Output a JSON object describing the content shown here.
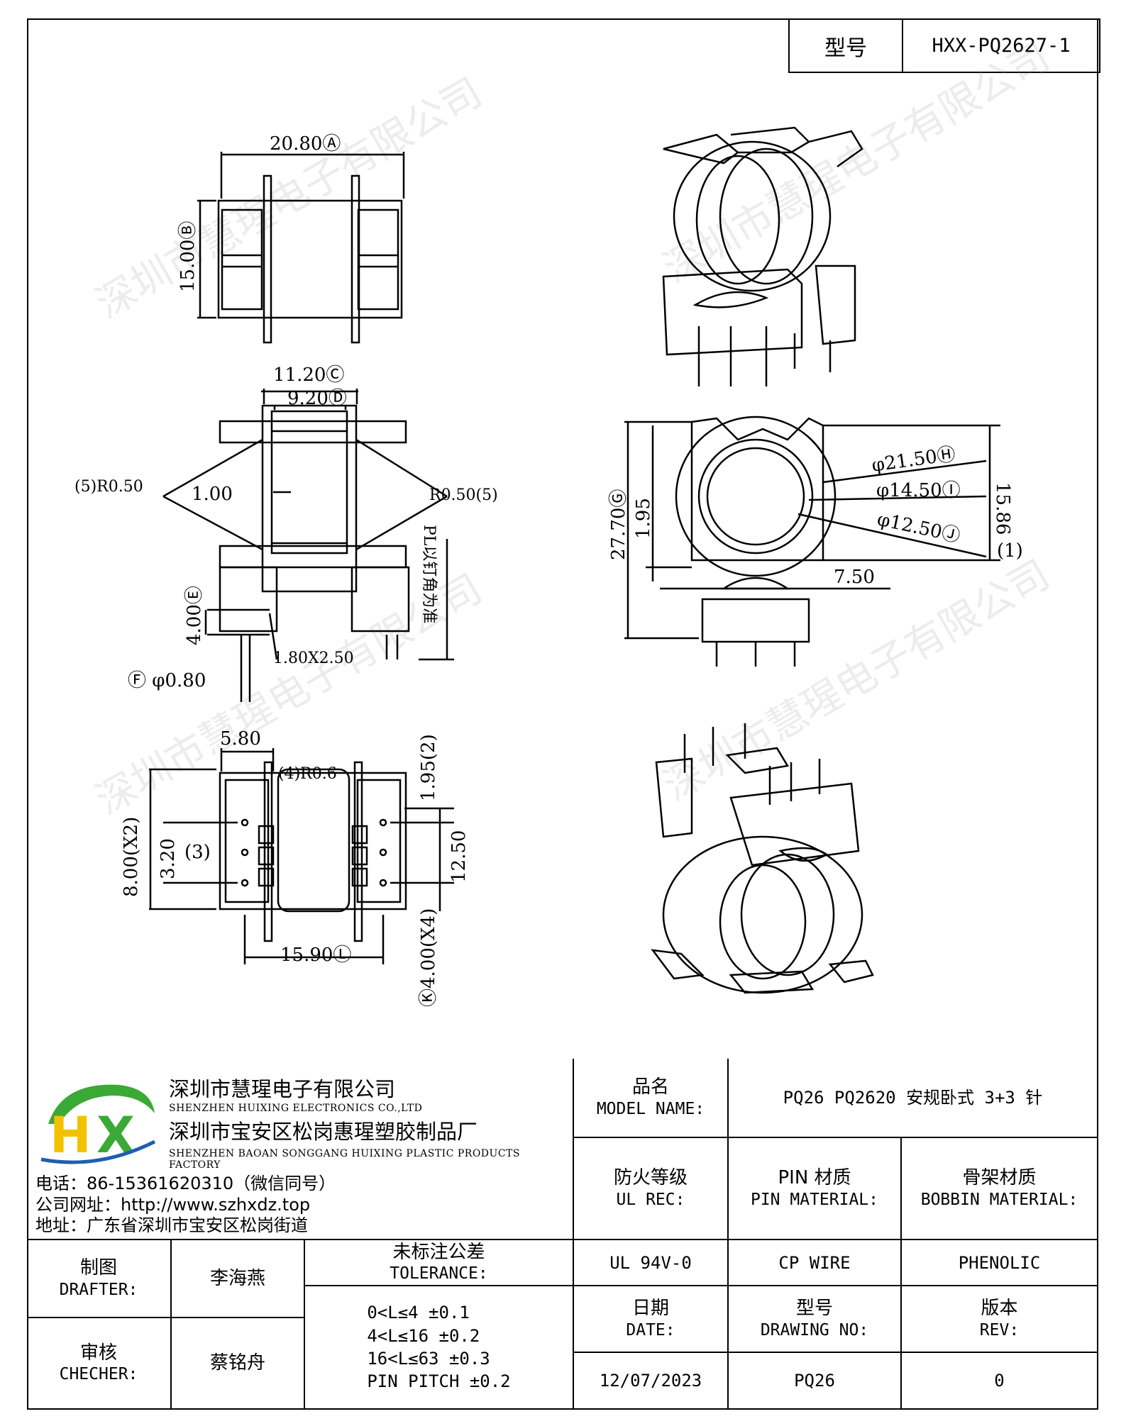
{
  "header": {
    "model_label": "型号",
    "model_value": "HXX-PQ2627-1"
  },
  "watermark": "深圳市慧瑆电子有限公司",
  "dimensions": {
    "top_width": "20.80Ⓐ",
    "top_height": "15.00Ⓑ",
    "front_width_c": "11.20Ⓒ",
    "front_width_d": "9.20Ⓓ",
    "radius_left": "(5)R0.50",
    "radius_right": "R0.50(5)",
    "wall": "1.00",
    "pin_note": "PL以钉角为准",
    "height_e": "4.00Ⓔ",
    "pin_section": "1.80X2.50",
    "pin_dia": "Ⓕ φ0.80",
    "bottom_58": "5.80",
    "bottom_r06": "(4)R0.6",
    "bottom_195": "1.95(2)",
    "bottom_800": "8.00(X2)",
    "bottom_320": "3.20",
    "bottom_3": "(3)",
    "bottom_1250": "12.50",
    "bottom_1590": "15.90Ⓛ",
    "bottom_400": "Ⓚ4.00(X4)",
    "side_2770": "27.70Ⓖ",
    "side_195": "1.95",
    "dia_2150": "φ21.50Ⓗ",
    "dia_1450": "φ14.50Ⓘ",
    "dia_1250": "φ12.50Ⓙ",
    "side_1586": "15.86",
    "side_1": "(1)",
    "side_750": "7.50"
  },
  "company": {
    "name_cn": "深圳市慧瑆电子有限公司",
    "name_en": "SHENZHEN HUIXING ELECTRONICS CO.,LTD",
    "factory_cn": "深圳市宝安区松岗惠瑆塑胶制品厂",
    "factory_en": "SHENZHEN BAOAN SONGGANG HUIXING PLASTIC PRODUCTS FACTORY",
    "phone": "电话：86-15361620310（微信同号）",
    "website": "公司网址：http://www.szhxdz.top",
    "address": "地址：广东省深圳市宝安区松岗街道",
    "logo_text": "HX"
  },
  "title_block": {
    "model_name_cn": "品名",
    "model_name_en": "MODEL NAME:",
    "model_name_value": "PQ26 PQ2620 安规卧式 3+3 针",
    "ul_cn": "防火等级",
    "ul_en": "UL REC:",
    "pin_cn": "PIN 材质",
    "pin_en": "PIN MATERIAL:",
    "bobbin_cn": "骨架材质",
    "bobbin_en": "BOBBIN MATERIAL:",
    "ul_value": "UL 94V-0",
    "pin_value": "CP WIRE",
    "bobbin_value": "PHENOLIC",
    "drafter_cn": "制图",
    "drafter_en": "DRAFTER:",
    "drafter_name": "李海燕",
    "checker_cn": "审核",
    "checker_en": "CHECHER:",
    "checker_name": "蔡铭舟",
    "tol_cn": "未标注公差",
    "tol_en": "TOLERANCE:",
    "tol_1": "0<L≤4  ±0.1",
    "tol_2": "4<L≤16 ±0.2",
    "tol_3": "16<L≤63 ±0.3",
    "tol_4": "PIN PITCH ±0.2",
    "date_cn": "日期",
    "date_en": "DATE:",
    "date_value": "12/07/2023",
    "dwg_cn": "型号",
    "dwg_en": "DRAWING NO:",
    "dwg_value": "PQ26",
    "rev_cn": "版本",
    "rev_en": "REV:",
    "rev_value": "0"
  },
  "colors": {
    "logo_green": "#3aa935",
    "logo_yellow": "#f2c200",
    "logo_blue": "#1d5fb0"
  }
}
